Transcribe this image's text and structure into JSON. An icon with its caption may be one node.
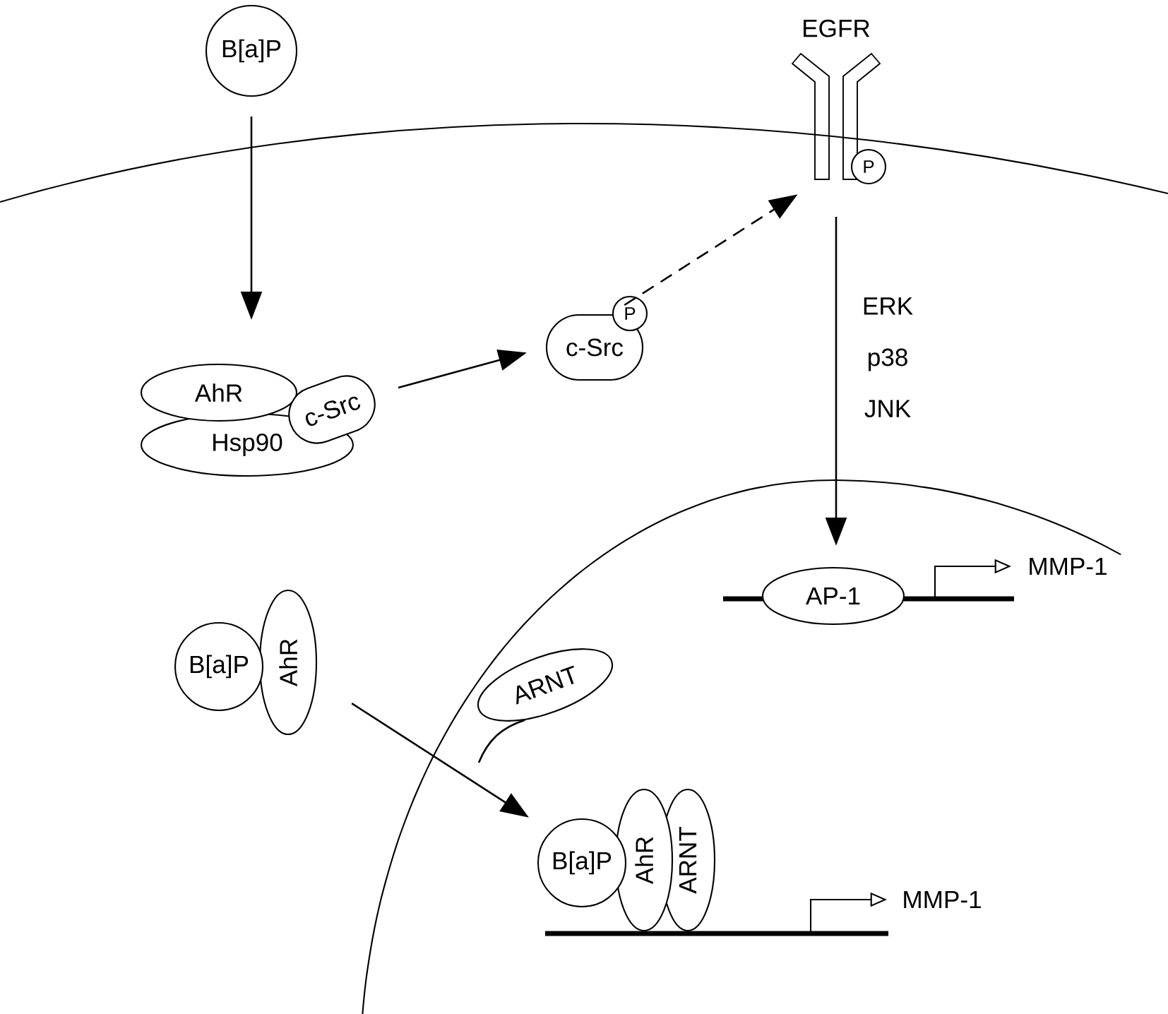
{
  "diagram": {
    "nodes": [
      {
        "text": [
          "B[a]P"
        ]
      },
      {
        "text": [
          "EGFR"
        ]
      },
      {
        "text": [
          "P"
        ]
      },
      {
        "text": [
          "AhR"
        ]
      },
      {
        "text": [
          "Hsp90"
        ]
      },
      {
        "text": [
          "c-Src"
        ]
      },
      {
        "text": [
          "c-Src"
        ]
      },
      {
        "text": [
          "P"
        ]
      },
      {
        "text": [
          "B[a]P"
        ]
      },
      {
        "text": [
          "AhR"
        ]
      },
      {
        "text": [
          "ARNT"
        ]
      },
      {
        "text": [
          "AP-1"
        ]
      },
      {
        "text": [
          "B[a]P"
        ]
      },
      {
        "text": [
          "AhR"
        ]
      },
      {
        "text": [
          "ARNT"
        ]
      }
    ],
    "edges": [
      {
        "from": 0,
        "to": 3,
        "arrow": "to"
      },
      {
        "from": 5,
        "to": 6,
        "arrow": "to"
      },
      {
        "from": 6,
        "to": 1,
        "arrow": "to",
        "style": "dashed"
      },
      {
        "from": 1,
        "to": 11,
        "arrow": "to",
        "label": "ERK p38 JNK"
      },
      {
        "from": 9,
        "to": 12,
        "arrow": "to"
      },
      {
        "from": 10,
        "to": null,
        "arrow": "none"
      }
    ],
    "labels": [
      "MMP-1",
      "MMP-1"
    ]
  }
}
